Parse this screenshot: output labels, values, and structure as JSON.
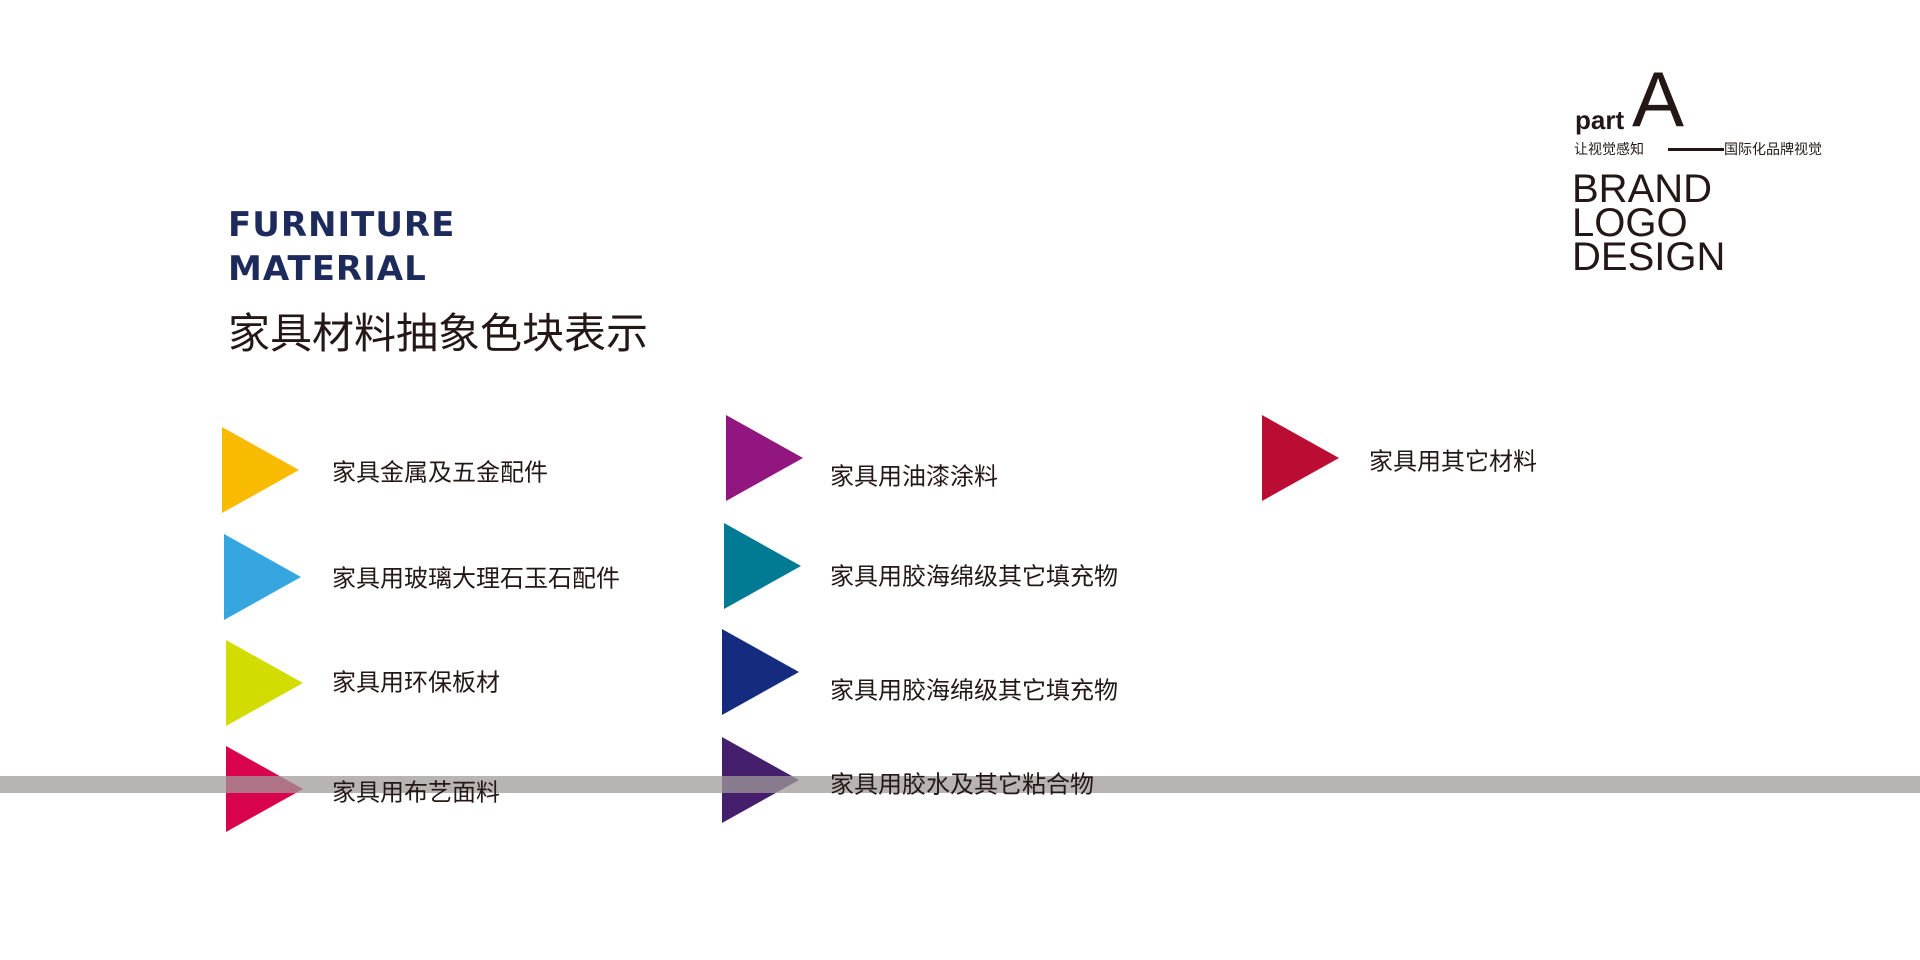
{
  "header": {
    "title_en_line1": "FURNITURE",
    "title_en_line2": "MATERIAL",
    "title_cn": "家具材料抽象色块表示"
  },
  "logo": {
    "part": "part",
    "letter": "A",
    "subtitle_left": "让视觉感知",
    "subtitle_right": "国际化品牌视觉",
    "line1": "BRAND",
    "line2": "LOGO",
    "line3": "DESIGN"
  },
  "materials": [
    {
      "label": "家具金属及五金配件",
      "color": "#f8bb00"
    },
    {
      "label": "家具用玻璃大理石玉石配件",
      "color": "#35a6e0"
    },
    {
      "label": "家具用环保板材",
      "color": "#d3dc00"
    },
    {
      "label": "家具用布艺面料",
      "color": "#d8024e"
    },
    {
      "label": "家具用油漆涂料",
      "color": "#911680"
    },
    {
      "label": "家具用胶海绵级其它填充物",
      "color": "#017a93"
    },
    {
      "label": "家具用胶海绵级其它填充物",
      "color": "#142b80"
    },
    {
      "label": "家具用胶水及其它粘合物",
      "color": "#451f6c"
    },
    {
      "label": "家具用其它材料",
      "color": "#bb0d34"
    }
  ]
}
